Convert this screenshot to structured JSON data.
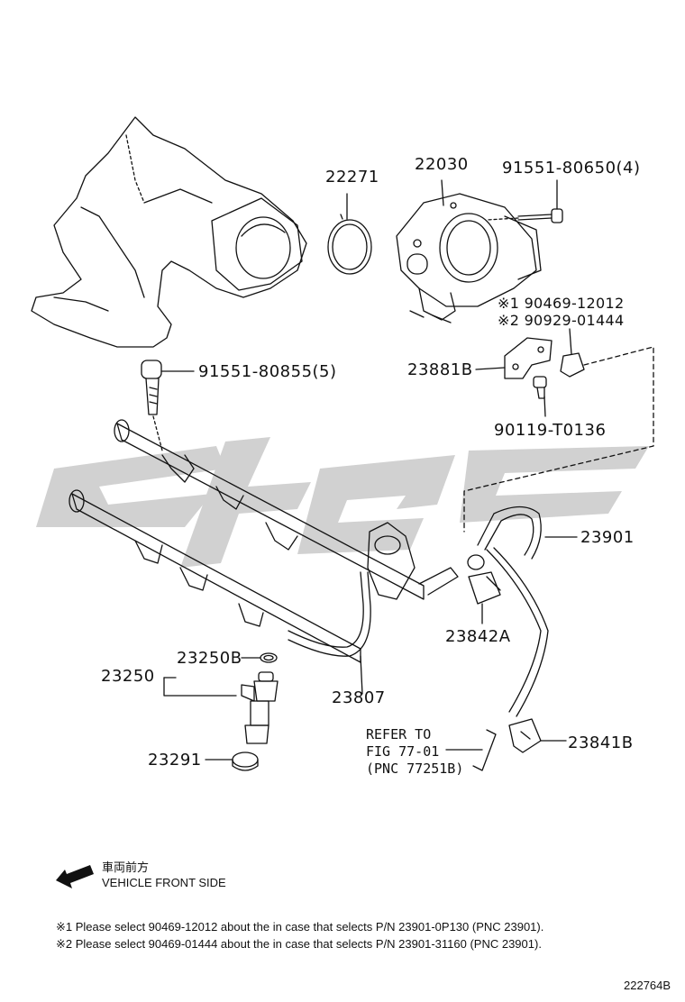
{
  "labels": {
    "p22271": "22271",
    "p22030": "22030",
    "p91551_80650": "91551-80650(4)",
    "p90469": "※1 90469-12012",
    "p90929": "※2 90929-01444",
    "p91551_80855": "91551-80855(5)",
    "p23881B": "23881B",
    "p90119": "90119-T0136",
    "p23901": "23901",
    "p23842A": "23842A",
    "p23250B": "23250B",
    "p23250": "23250",
    "p23807": "23807",
    "p23291": "23291",
    "p23841B": "23841B"
  },
  "refer": {
    "line1": "REFER TO",
    "line2": "FIG 77-01",
    "line3": "(PNC 77251B)"
  },
  "direction": {
    "japanese": "車両前方",
    "english": "VEHICLE FRONT SIDE"
  },
  "notes": [
    "※1 Please select 90469-12012 about the in case that selects P/N 23901-0P130 (PNC 23901).",
    "※2 Please select 90469-01444 about the in case that selects P/N 23901-31160 (PNC 23901)."
  ],
  "figure_id": "222764B",
  "colors": {
    "line": "#111111",
    "watermark": "#c8c8c8"
  }
}
